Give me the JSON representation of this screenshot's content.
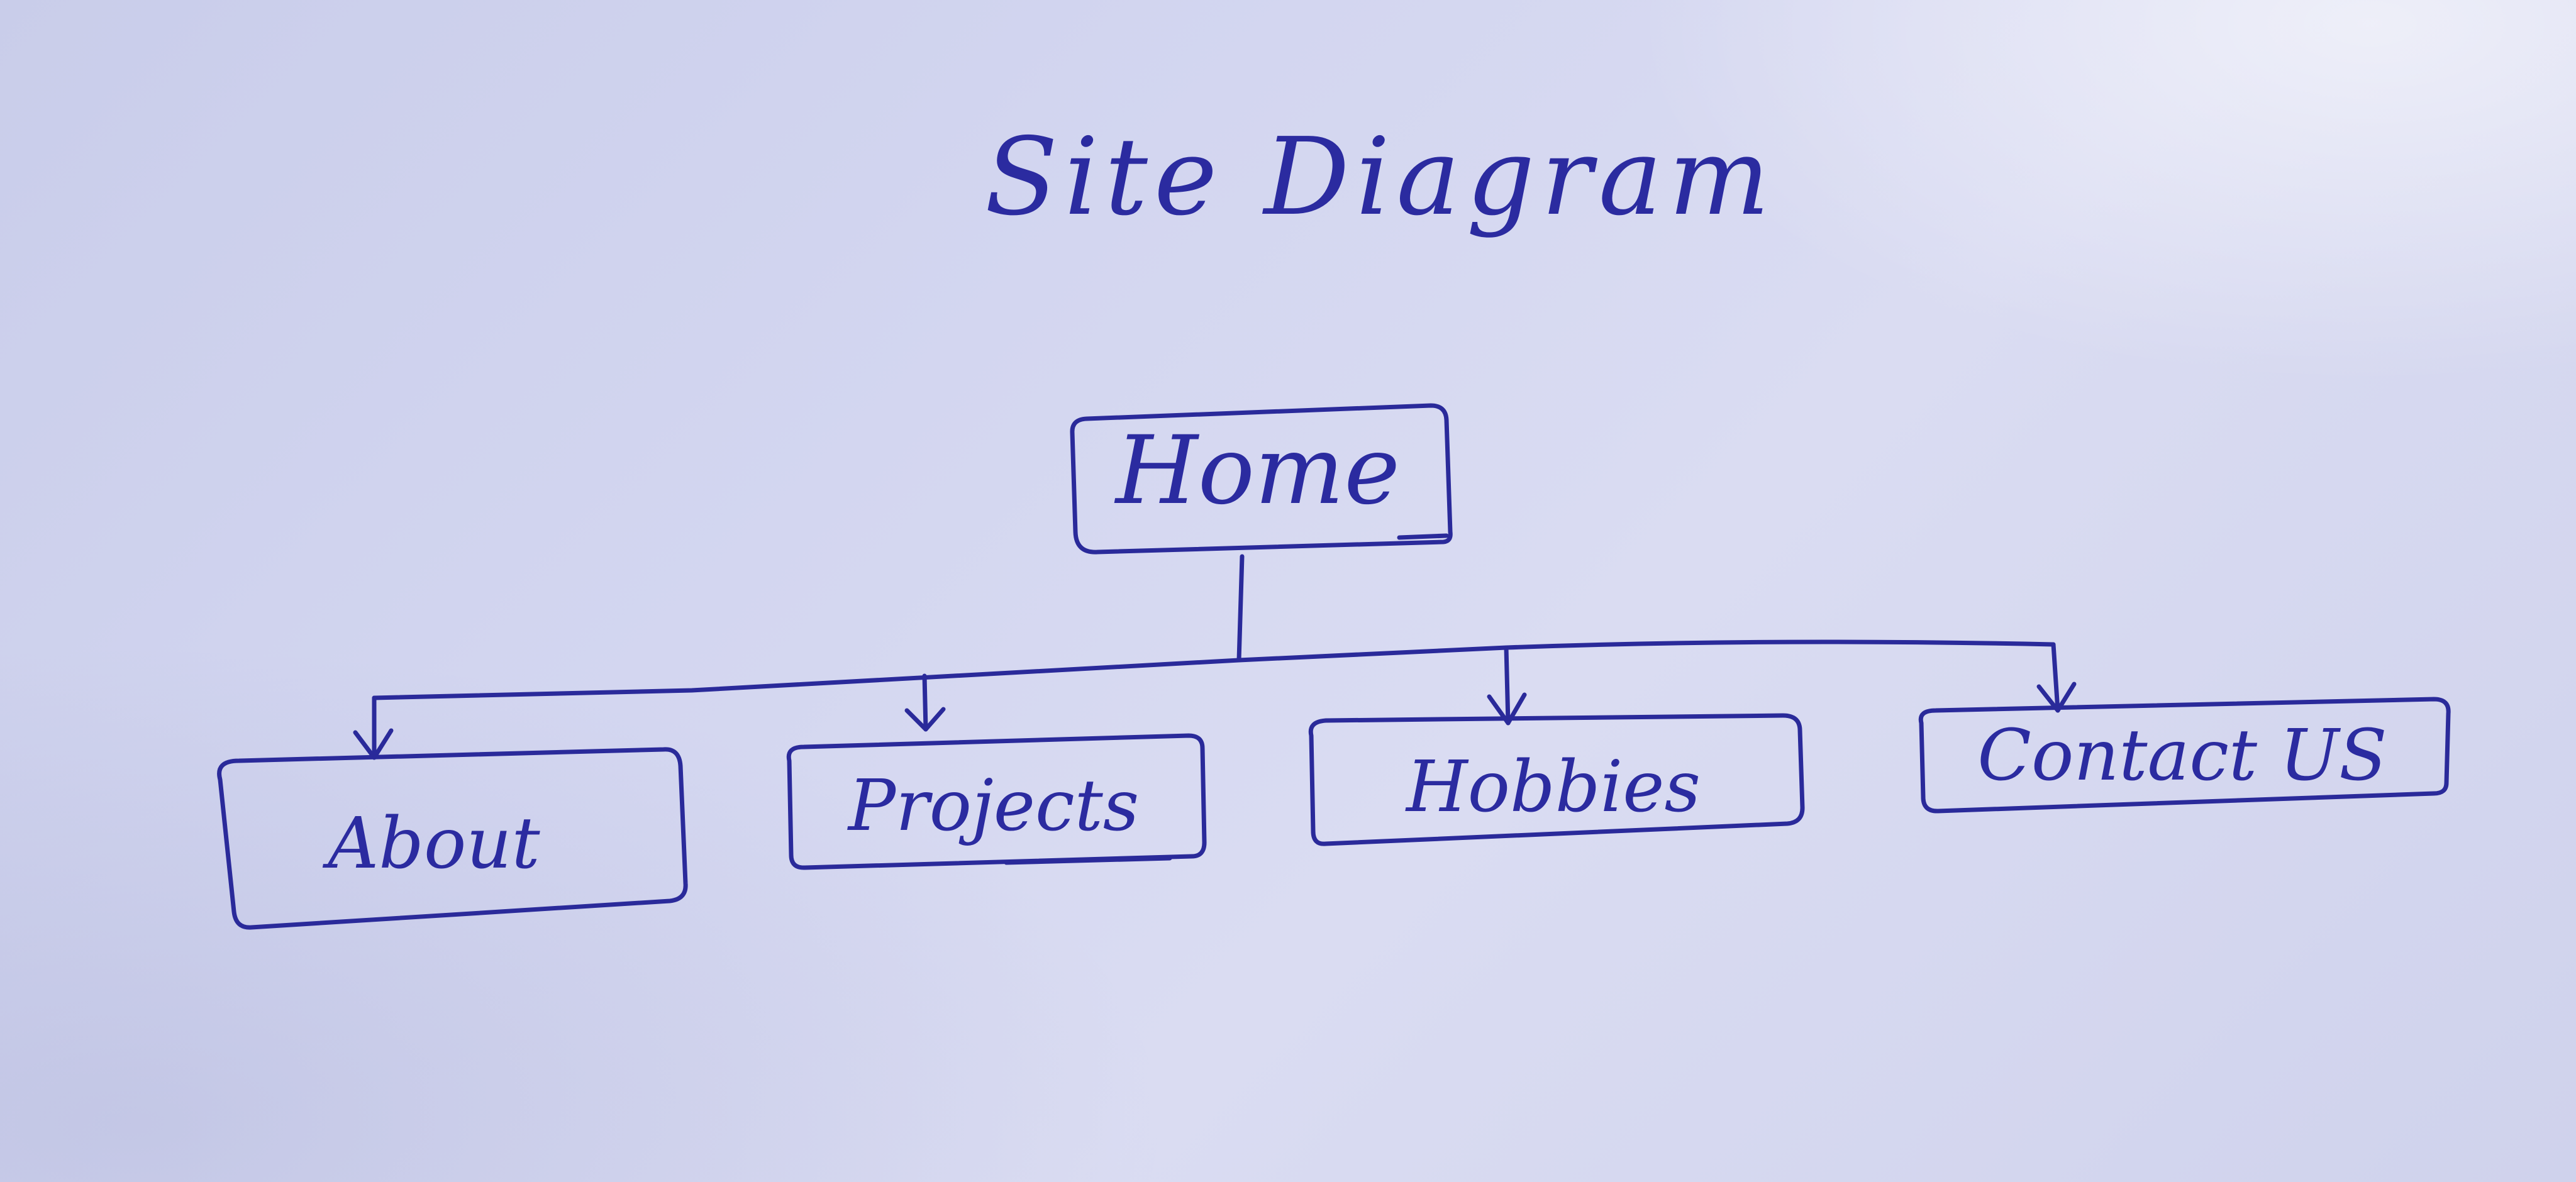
{
  "title": "Site Diagram",
  "root": {
    "label": "Home"
  },
  "children": [
    {
      "label": "About"
    },
    {
      "label": "Projects"
    },
    {
      "label": "Hobbies"
    },
    {
      "label": "Contact US"
    }
  ],
  "colors": {
    "ink": "#2a2a9a",
    "paper": "#d3d6f0"
  }
}
